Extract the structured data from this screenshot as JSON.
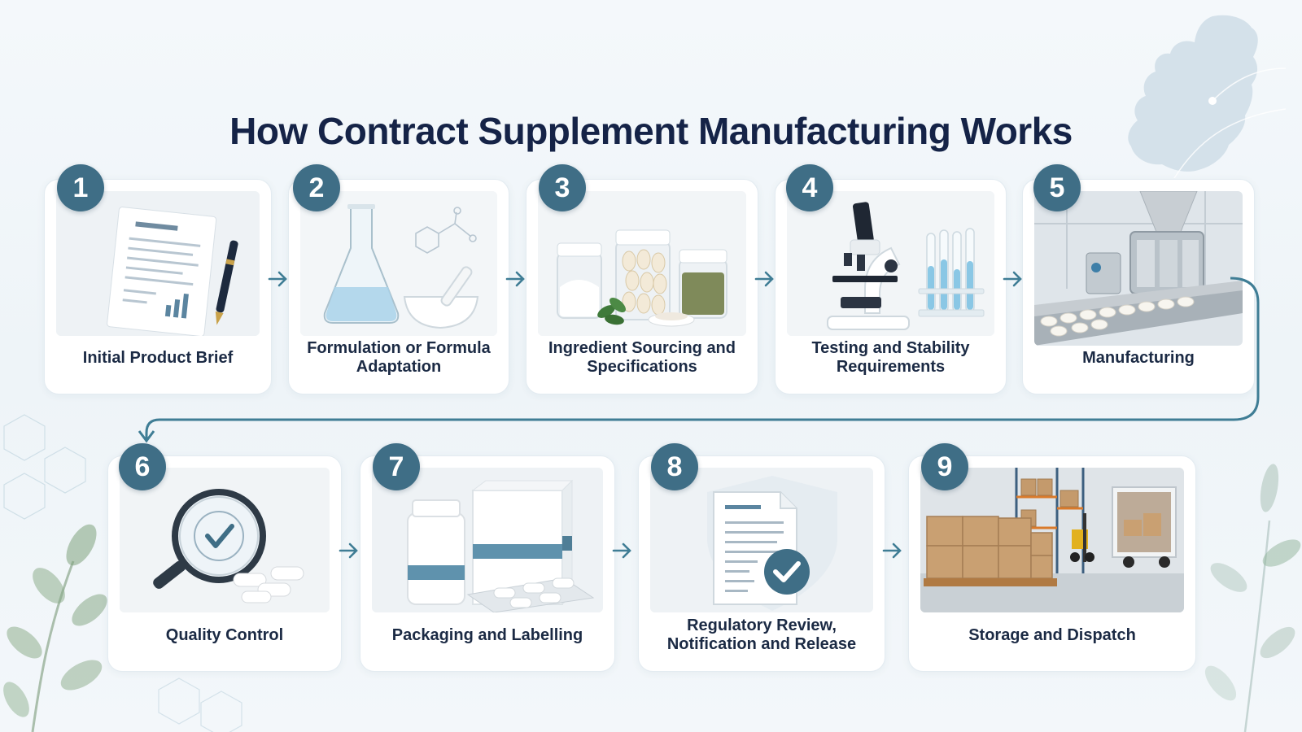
{
  "title": "How Contract Supplement Manufacturing Works",
  "colors": {
    "accent": "#3f6e86",
    "title": "#152347",
    "connector": "#3f7d95",
    "card_bg": "#ffffff",
    "page_bg": "#f2f7fa"
  },
  "steps": [
    {
      "number": "1",
      "label": "Initial Product Brief",
      "icon": "document-pen-icon"
    },
    {
      "number": "2",
      "label": "Formulation or Formula Adaptation",
      "icon": "flask-mortar-icon"
    },
    {
      "number": "3",
      "label": "Ingredient Sourcing and Specifications",
      "icon": "ingredient-jars-icon"
    },
    {
      "number": "4",
      "label": "Testing and Stability Requirements",
      "icon": "microscope-icon"
    },
    {
      "number": "5",
      "label": "Manufacturing",
      "icon": "production-line-icon"
    },
    {
      "number": "6",
      "label": "Quality Control",
      "icon": "magnifier-check-icon"
    },
    {
      "number": "7",
      "label": "Packaging and Labelling",
      "icon": "bottle-box-icon"
    },
    {
      "number": "8",
      "label": "Regulatory Review, Notification and Release",
      "icon": "approved-document-icon"
    },
    {
      "number": "9",
      "label": "Storage and Dispatch",
      "icon": "warehouse-truck-icon"
    }
  ]
}
